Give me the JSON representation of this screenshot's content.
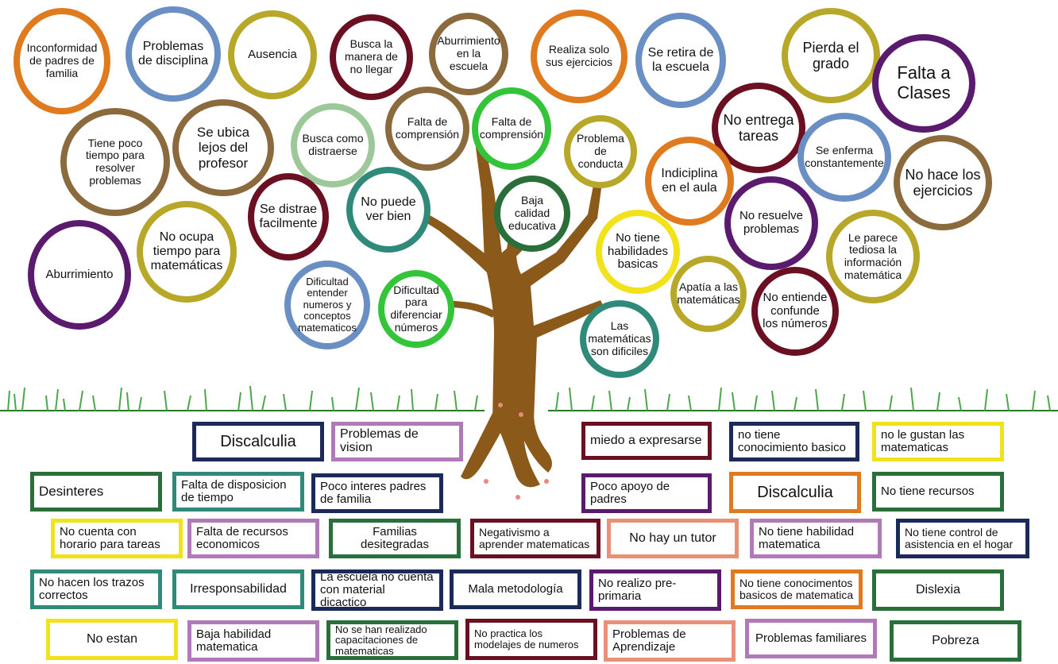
{
  "colors": {
    "orange": "#e07a1f",
    "blue": "#6a8fc4",
    "olive": "#b8a82a",
    "maroon": "#6b1022",
    "brown": "#8b6a3e",
    "purple": "#5a1a6e",
    "teal": "#2f8a7a",
    "green": "#2a6e3a",
    "lightgreen": "#9cc89a",
    "brightgreen": "#34c43a",
    "yellow": "#f2e21b",
    "navy": "#1a2a5a",
    "lavender": "#b07ab8",
    "salmon": "#e89078",
    "trunk": "#8b5a1a"
  },
  "circles": [
    {
      "text": "Inconformidad de padres de familia",
      "color": "orange"
    },
    {
      "text": "Problemas de disciplina",
      "color": "blue"
    },
    {
      "text": "Ausencia",
      "color": "olive"
    },
    {
      "text": "Busca la manera de no llegar",
      "color": "maroon"
    },
    {
      "text": "Aburrimiento en la escuela",
      "color": "brown"
    },
    {
      "text": "Realiza solo sus ejercicios",
      "color": "orange"
    },
    {
      "text": "Se retira de la escuela",
      "color": "blue"
    },
    {
      "text": "Pierda el grado",
      "color": "olive"
    },
    {
      "text": "Falta a Clases",
      "color": "purple"
    },
    {
      "text": "Tiene poco tiempo para resolver problemas",
      "color": "brown"
    },
    {
      "text": "Se ubica lejos del profesor",
      "color": "brown"
    },
    {
      "text": "Busca como distraerse",
      "color": "lightgreen"
    },
    {
      "text": "Falta de comprensión",
      "color": "brown"
    },
    {
      "text": "Falta de comprensión",
      "color": "brightgreen"
    },
    {
      "text": "Problema de conducta",
      "color": "olive"
    },
    {
      "text": "No entrega tareas",
      "color": "maroon"
    },
    {
      "text": "Se enferma constantemente",
      "color": "blue"
    },
    {
      "text": "No hace los ejercicios",
      "color": "brown"
    },
    {
      "text": "Indiciplina en el aula",
      "color": "orange"
    },
    {
      "text": "Se distrae facilmente",
      "color": "maroon"
    },
    {
      "text": "No puede ver bien",
      "color": "teal"
    },
    {
      "text": "Baja calidad educativa",
      "color": "green"
    },
    {
      "text": "No resuelve problemas",
      "color": "purple"
    },
    {
      "text": "Le parece tediosa la información matemática",
      "color": "olive"
    },
    {
      "text": "Aburrimiento",
      "color": "purple"
    },
    {
      "text": "No ocupa tiempo para matemáticas",
      "color": "olive"
    },
    {
      "text": "No tiene habilidades basicas",
      "color": "yellow"
    },
    {
      "text": "Apatía a las matemáticas",
      "color": "olive"
    },
    {
      "text": "No entiende confunde los números",
      "color": "maroon"
    },
    {
      "text": "Dificultad entender numeros y conceptos matematicos",
      "color": "blue"
    },
    {
      "text": "Dificultad para diferenciar números",
      "color": "brightgreen"
    },
    {
      "text": "Las matemáticas son dificiles",
      "color": "teal"
    }
  ],
  "boxes": [
    {
      "text": "Discalculia",
      "color": "navy"
    },
    {
      "text": "Problemas de vision",
      "color": "lavender"
    },
    {
      "text": "miedo a expresarse",
      "color": "maroon"
    },
    {
      "text": "no tiene conocimiento basico",
      "color": "navy"
    },
    {
      "text": "no le gustan las matematicas",
      "color": "yellow"
    },
    {
      "text": "Desinteres",
      "color": "green"
    },
    {
      "text": "Falta de disposicion de tiempo",
      "color": "teal"
    },
    {
      "text": "Poco interes padres de familia",
      "color": "navy"
    },
    {
      "text": "Poco apoyo de padres",
      "color": "purple"
    },
    {
      "text": "Discalculia",
      "color": "orange"
    },
    {
      "text": "No tiene recursos",
      "color": "green"
    },
    {
      "text": "No cuenta con horario para tareas",
      "color": "yellow"
    },
    {
      "text": "Falta de recursos economicos",
      "color": "lavender"
    },
    {
      "text": "Familias desitegradas",
      "color": "green"
    },
    {
      "text": "Negativismo a aprender matematicas",
      "color": "maroon"
    },
    {
      "text": "No hay un tutor",
      "color": "salmon"
    },
    {
      "text": "No tiene habilidad matematica",
      "color": "lavender"
    },
    {
      "text": "No tiene control de asistencia en el hogar",
      "color": "navy"
    },
    {
      "text": "No hacen los trazos correctos",
      "color": "teal"
    },
    {
      "text": "Irresponsabilidad",
      "color": "teal"
    },
    {
      "text": "La escuela no cuenta con material dicactico",
      "color": "navy"
    },
    {
      "text": "Mala metodología",
      "color": "navy"
    },
    {
      "text": "No realizo pre-primaria",
      "color": "purple"
    },
    {
      "text": "No tiene conocimentos basicos de matematica",
      "color": "orange"
    },
    {
      "text": "Dislexia",
      "color": "green"
    },
    {
      "text": "No estan",
      "color": "yellow"
    },
    {
      "text": "Baja habilidad matematica",
      "color": "lavender"
    },
    {
      "text": "No se han realizado capacitaciones de matematicas",
      "color": "green"
    },
    {
      "text": "No practica los modelajes de numeros",
      "color": "maroon"
    },
    {
      "text": "Problemas de Aprendizaje",
      "color": "salmon"
    },
    {
      "text": "Problemas familiares",
      "color": "lavender"
    },
    {
      "text": "Pobreza",
      "color": "green"
    }
  ]
}
